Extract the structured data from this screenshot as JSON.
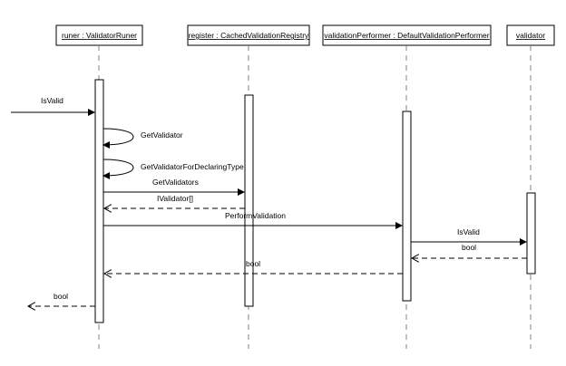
{
  "participants": [
    {
      "id": "runer",
      "label": "runer : ValidatorRuner"
    },
    {
      "id": "register",
      "label": "register : CachedValidationRegistry"
    },
    {
      "id": "performer",
      "label": "validationPerformer : DefaultValidationPerformer"
    },
    {
      "id": "validator",
      "label": "validator"
    }
  ],
  "messages": [
    {
      "id": "isvalid-in",
      "label": "IsValid",
      "kind": "sync"
    },
    {
      "id": "getvalidator",
      "label": "GetValidator",
      "kind": "self"
    },
    {
      "id": "getvalidator-declaring",
      "label": "GetValidatorForDeclaringType",
      "kind": "self"
    },
    {
      "id": "getvalidators",
      "label": "GetValidators",
      "kind": "sync"
    },
    {
      "id": "ivalidator-return",
      "label": "IValidator[]",
      "kind": "return"
    },
    {
      "id": "performvalidation",
      "label": "PerformValidation",
      "kind": "sync"
    },
    {
      "id": "isvalid-validator",
      "label": "IsValid",
      "kind": "sync"
    },
    {
      "id": "bool-from-validator",
      "label": "bool",
      "kind": "return"
    },
    {
      "id": "bool-from-performer",
      "label": "bool",
      "kind": "return"
    },
    {
      "id": "bool-out",
      "label": "bool",
      "kind": "return"
    }
  ],
  "colors": {
    "line": "#000000",
    "lifeline": "#808080",
    "background": "#ffffff"
  }
}
